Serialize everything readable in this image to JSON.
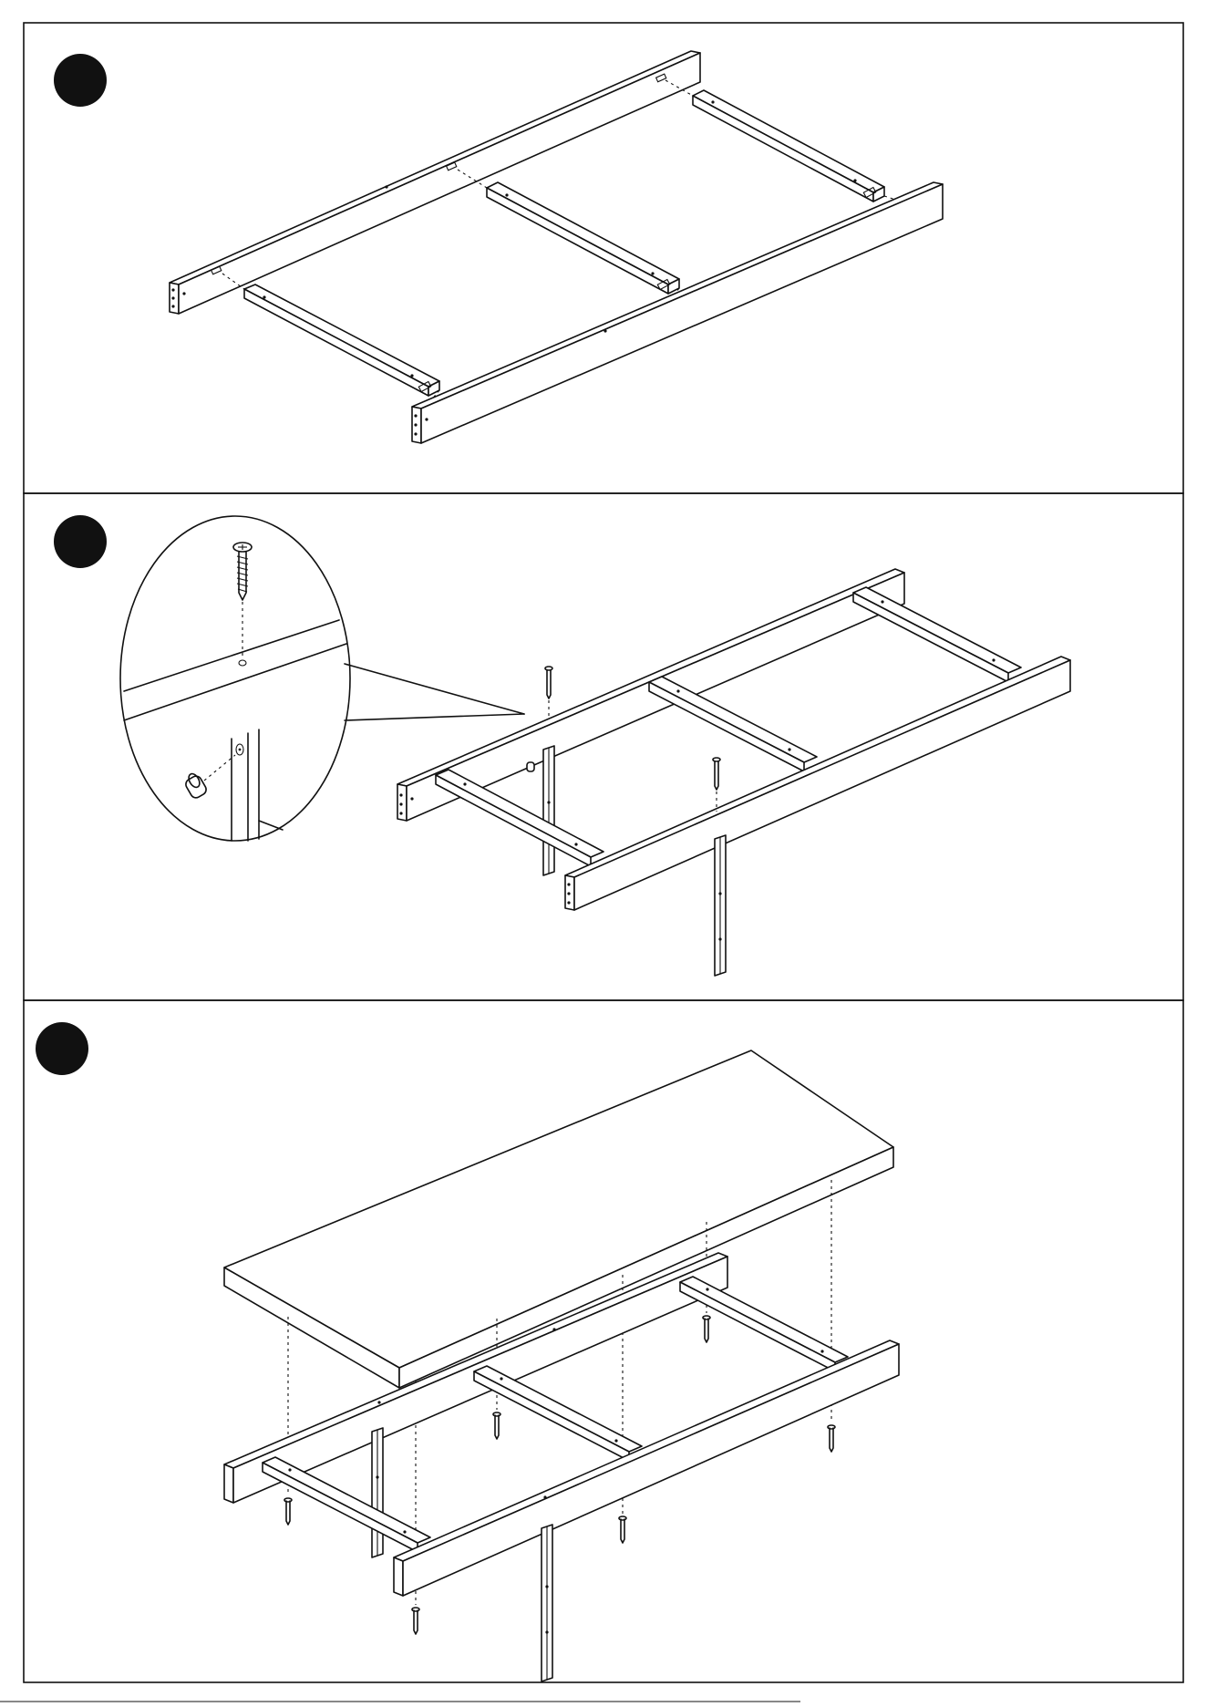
{
  "document": {
    "type": "assembly-instructions",
    "steps": [
      {
        "id": "step-1",
        "marker": "filled-circle"
      },
      {
        "id": "step-2",
        "marker": "filled-circle",
        "detail": "magnified-screw-and-connector"
      },
      {
        "id": "step-3",
        "marker": "filled-circle"
      }
    ],
    "colors": {
      "ink": "#111111",
      "paper": "#ffffff"
    }
  }
}
